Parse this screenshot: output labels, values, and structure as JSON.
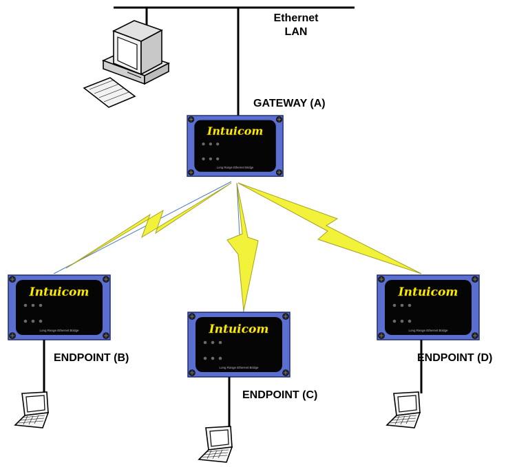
{
  "network": {
    "lan_line1": "Ethernet",
    "lan_line2": "LAN"
  },
  "devices": {
    "gateway_label": "GATEWAY (A)",
    "endpoint_b_label": "ENDPOINT (B)",
    "endpoint_c_label": "ENDPOINT (C)",
    "endpoint_d_label": "ENDPOINT (D)",
    "brand": "Intuicom",
    "device_caption": "Long Range Ethernet Bridge"
  },
  "colors": {
    "device_frame": "#5a6fd0",
    "device_screen": "#050505",
    "brand_text": "#ffee00",
    "radio_link": "#f2f23a",
    "wire": "#000000"
  },
  "icons": [
    "desktop-computer-icon",
    "laptop-icon",
    "radio-bridge-icon",
    "wireless-link-icon"
  ]
}
